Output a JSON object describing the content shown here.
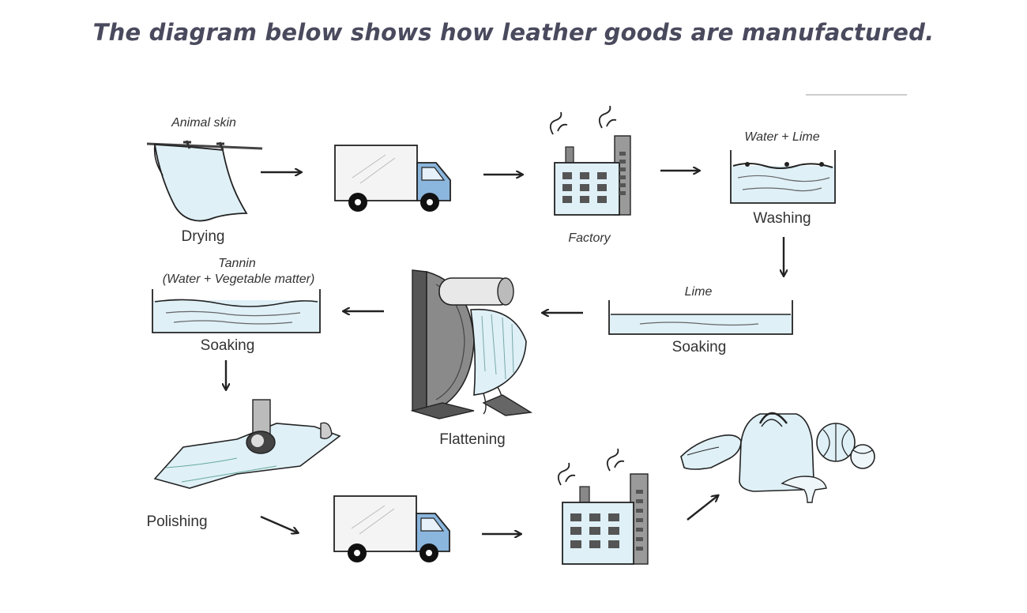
{
  "title": "The diagram below shows how leather goods are manufactured.",
  "labels": {
    "animal_skin": "Animal skin",
    "drying": "Drying",
    "factory": "Factory",
    "water_lime": "Water + Lime",
    "washing": "Washing",
    "lime": "Lime",
    "soaking_lime": "Soaking",
    "flattening": "Flattening",
    "tannin": "Tannin",
    "tannin_detail": "(Water + Vegetable matter)",
    "soaking_tannin": "Soaking",
    "polishing": "Polishing"
  },
  "colors": {
    "water": "#dff0f7",
    "truck_cab": "#8bb6dd",
    "outline": "#222222",
    "title": "#4a4a5e"
  },
  "icons": [
    "hanging-skin-icon",
    "truck-icon",
    "factory-icon",
    "water-tank-icon",
    "roller-press-icon",
    "polishing-machine-icon",
    "leather-goods-icon"
  ]
}
